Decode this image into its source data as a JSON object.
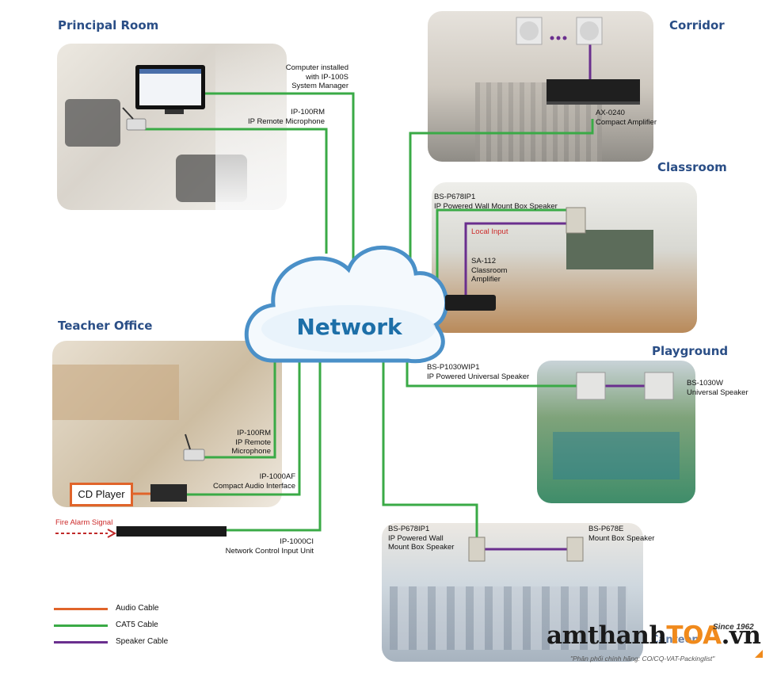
{
  "rooms": {
    "principal": "Principal Room",
    "corridor": "Corridor",
    "classroom": "Classroom",
    "teacher": "Teacher Office",
    "playground": "Playground"
  },
  "network_label": "Network",
  "labels": {
    "computer": [
      "Computer installed",
      "with IP-100S",
      "System Manager"
    ],
    "ip100rm_principal": [
      "IP-100RM",
      "IP Remote Microphone"
    ],
    "ax0240": [
      "AX-0240",
      "Compact Amplifier"
    ],
    "bsp678ip1_class": [
      "BS-P678IP1",
      "IP Powered Wall Mount Box Speaker"
    ],
    "local_input": "Local Input",
    "sa112": [
      "SA-112",
      "Classroom",
      "Amplifier"
    ],
    "ip100rm_teacher": [
      "IP-100RM",
      "IP Remote",
      "Microphone"
    ],
    "ip1000af": [
      "IP-1000AF",
      "Compact Audio Interface"
    ],
    "cd_player": "CD Player",
    "fire_alarm": "Fire Alarm Signal",
    "ip1000ci": [
      "IP-1000CI",
      "Network Control Input Unit"
    ],
    "bsp1030wip1": [
      "BS-P1030WIP1",
      "IP Powered Universal Speaker"
    ],
    "bs1030w": [
      "BS-1030W",
      "Universal Speaker"
    ],
    "bsp678ip1_canteen": [
      "BS-P678IP1",
      "IP Powered Wall",
      "Mount Box Speaker"
    ],
    "bsp678e": [
      "BS-P678E",
      "Mount Box Speaker"
    ],
    "canteen": "Canteen"
  },
  "legend": [
    {
      "label": "Audio Cable",
      "color": "#e0642a"
    },
    {
      "label": "CAT5 Cable",
      "color": "#3aaa46"
    },
    {
      "label": "Speaker Cable",
      "color": "#6a2f8e"
    }
  ],
  "watermark": {
    "brand_prefix": "amthanh",
    "brand_toa": "TOA",
    "brand_suffix": ".vn",
    "since": "Since 1962",
    "tagline": "\"Phân phối chính hãng: CO/CQ-VAT-Packinglist\""
  },
  "colors": {
    "cat5": "#3aaa46",
    "speaker": "#6a2f8e",
    "audio": "#e0642a",
    "title": "#2a4e86"
  }
}
